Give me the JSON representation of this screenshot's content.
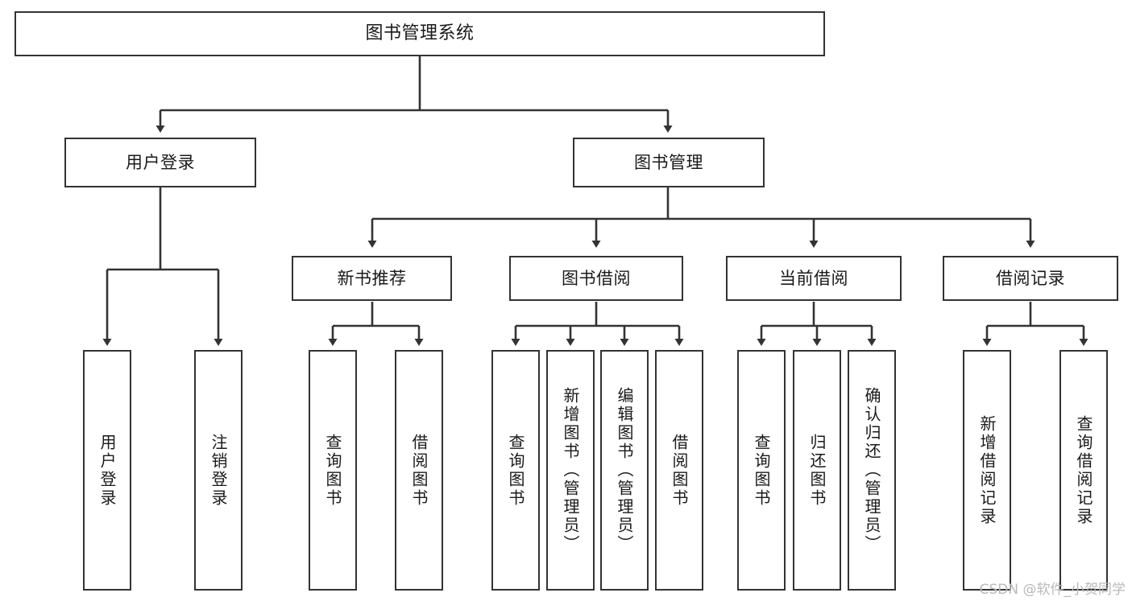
{
  "diagram": {
    "title": "图书管理系统",
    "type": "tree-hierarchy",
    "watermark": "CSDN @软件_小贺同学",
    "colors": {
      "background": "#ffffff",
      "box_border": "#333333",
      "box_fill": "#ffffff",
      "edge": "#333333",
      "text": "#1a1a1a",
      "watermark": "#b9b9b9"
    }
  },
  "nodes": {
    "root": {
      "label": "图书管理系统",
      "level": 0
    },
    "level1": [
      {
        "id": "user-login",
        "label": "用户登录"
      },
      {
        "id": "book-manage",
        "label": "图书管理"
      }
    ],
    "level2": [
      {
        "id": "new-book-recommend",
        "label": "新书推荐"
      },
      {
        "id": "book-borrow",
        "label": "图书借阅"
      },
      {
        "id": "current-borrow",
        "label": "当前借阅"
      },
      {
        "id": "borrow-record",
        "label": "借阅记录"
      }
    ],
    "leaves": {
      "user-login": [
        {
          "id": "leaf-user-login",
          "label": "用户登录"
        },
        {
          "id": "leaf-logout",
          "label": "注销登录"
        }
      ],
      "new-book-recommend": [
        {
          "id": "leaf-query-book-1",
          "label": "查询图书"
        },
        {
          "id": "leaf-borrow-book-1",
          "label": "借阅图书"
        }
      ],
      "book-borrow": [
        {
          "id": "leaf-query-book-2",
          "label": "查询图书"
        },
        {
          "id": "leaf-add-book",
          "label": "新增图书（管理员）"
        },
        {
          "id": "leaf-edit-book",
          "label": "编辑图书（管理员）"
        },
        {
          "id": "leaf-borrow-book-2",
          "label": "借阅图书"
        }
      ],
      "current-borrow": [
        {
          "id": "leaf-query-book-3",
          "label": "查询图书"
        },
        {
          "id": "leaf-return-book",
          "label": "归还图书"
        },
        {
          "id": "leaf-confirm-return",
          "label": "确认归还（管理员）"
        }
      ],
      "borrow-record": [
        {
          "id": "leaf-add-record",
          "label": "新增借阅记录"
        },
        {
          "id": "leaf-query-record",
          "label": "查询借阅记录"
        }
      ]
    }
  }
}
